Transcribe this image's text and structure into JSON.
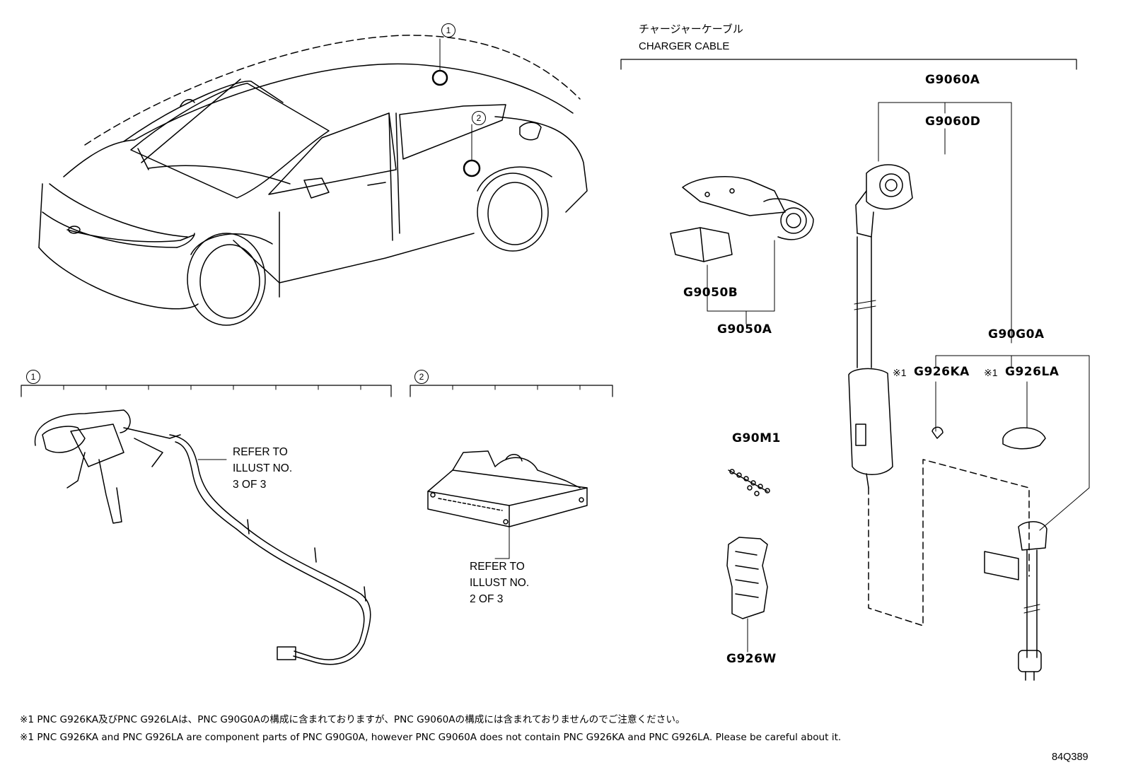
{
  "section_header": {
    "title_jp": "チャージャーケーブル",
    "title_en": "CHARGER CABLE"
  },
  "callouts": {
    "one": "1",
    "two": "2"
  },
  "part_numbers": {
    "g9060a": "G9060A",
    "g9060d": "G9060D",
    "g9050b": "G9050B",
    "g9050a": "G9050A",
    "g90g0a": "G90G0A",
    "g926ka": "G926KA",
    "g926la": "G926LA",
    "g90m1": "G90M1",
    "g926w": "G926W"
  },
  "note_markers": {
    "ka": "※1",
    "la": "※1"
  },
  "references": {
    "illust3": "REFER TO\nILLUST NO.\n3 OF 3",
    "illust2": "REFER TO\nILLUST NO.\n2 OF 3"
  },
  "footnotes": {
    "jp": "※1 PNC G926KA及びPNC G926LAは、PNC G90G0Aの構成に含まれておりますが、PNC G9060Aの構成には含まれておりませんのでご注意ください。",
    "en": "※1 PNC G926KA and PNC G926LA are component parts of PNC G90G0A, however PNC G9060A does not contain PNC G926KA and PNC G926LA. Please be careful about it."
  },
  "illustration_code": "84Q389"
}
